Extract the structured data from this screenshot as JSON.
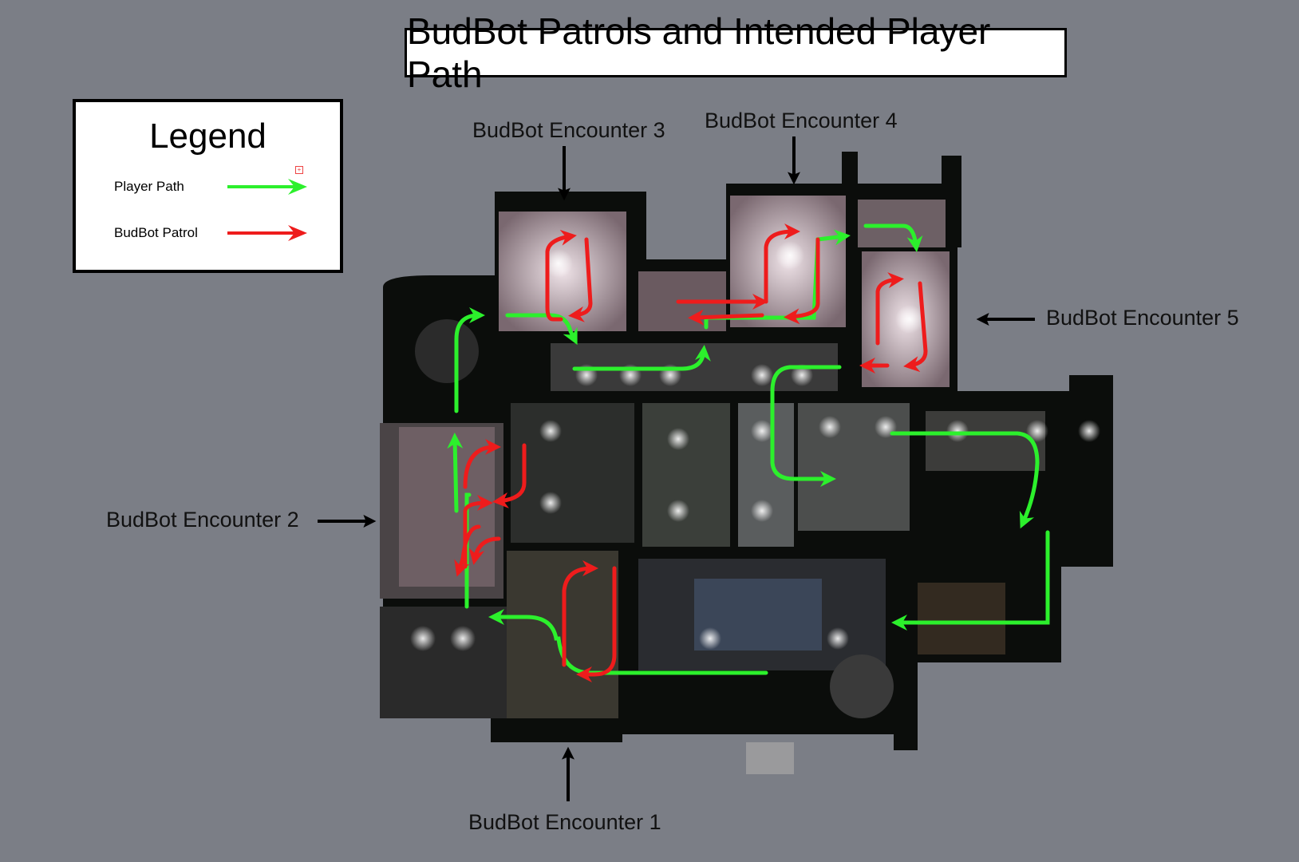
{
  "title": "BudBot Patrols and Intended Player Path",
  "legend": {
    "title": "Legend",
    "player_path_label": "Player Path",
    "budbot_patrol_label": "BudBot Patrol"
  },
  "encounters": {
    "e1": "BudBot Encounter 1",
    "e2": "BudBot Encounter 2",
    "e3": "BudBot Encounter 3",
    "e4": "BudBot Encounter 4",
    "e5": "BudBot Encounter 5"
  },
  "colors": {
    "background": "#7b7e86",
    "player_path": "#2cf02c",
    "budbot_patrol": "#ee1c1c",
    "wall": "#0b0d0b",
    "room_light": "#d9cdd1"
  },
  "icons": {
    "legend_player_arrow": "green-arrow-icon",
    "legend_patrol_arrow": "red-arrow-icon",
    "pointer": "black-arrow-icon"
  }
}
